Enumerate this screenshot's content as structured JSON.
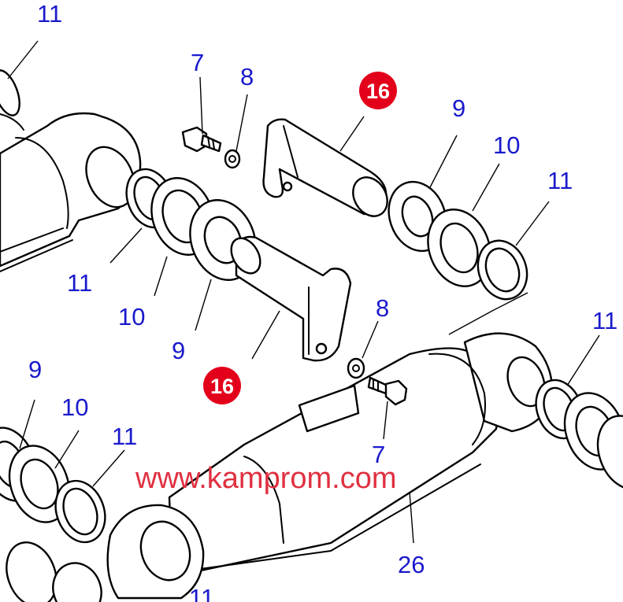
{
  "colors": {
    "callout": "#1a1acc",
    "badge": "#e3001b",
    "watermark": "#e03040",
    "line": "#000000",
    "background": "#ffffff"
  },
  "callouts": {
    "c11_top_left": "11",
    "c7_top": "7",
    "c8_top": "8",
    "c16_top": "16",
    "c9_right": "9",
    "c10_right": "10",
    "c11_right": "11",
    "c11_mid_left": "11",
    "c10_mid_left": "10",
    "c9_mid_left": "9",
    "c16_mid": "16",
    "c8_mid": "8",
    "c7_mid": "7",
    "c11_far_right": "11",
    "c9_bottom_left": "9",
    "c10_bottom_left": "10",
    "c11_bottom_left": "11",
    "c26": "26",
    "c11_bottom": "11"
  },
  "watermark": "www.kamprom.com"
}
